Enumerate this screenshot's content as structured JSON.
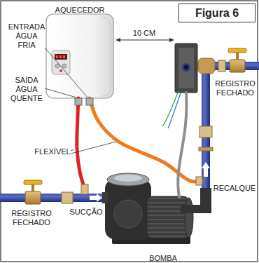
{
  "diagram": {
    "title": "Figura 6",
    "nodes": [
      {
        "text": [
          "AQUECEDOR"
        ]
      },
      {
        "text": [
          "BOMBA"
        ]
      }
    ],
    "edges": [
      {
        "from": 0,
        "to": 1,
        "arrow": "none"
      },
      {
        "from": 1,
        "to": 0,
        "arrow": "none"
      }
    ],
    "labels": [
      "ENTRADA ÁGUA FRIA",
      "SAÍDA ÁGUA QUENTE",
      "FLEXÍVEL",
      "10 CM",
      "REGISTRO FECHADO",
      "RECALQUE",
      "SUCÇÃO",
      "REGISTRO FECHADO"
    ]
  }
}
